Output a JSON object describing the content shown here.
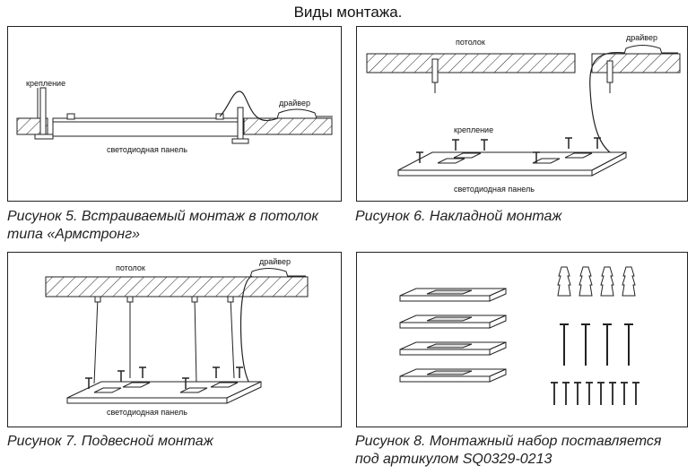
{
  "page_title": "Виды монтажа.",
  "labels": {
    "mount": "крепление",
    "driver": "драйвер",
    "led_panel": "светодиодная панель",
    "ceiling": "потолок"
  },
  "captions": {
    "fig5_line1": "Рисунок 5. Встраиваемый монтаж в потолок",
    "fig5_line2": "типа «Армстронг»",
    "fig6": "Рисунок 6. Накладной монтаж",
    "fig7": "Рисунок 7. Подвесной монтаж",
    "fig8_line1": "Рисунок 8. Монтажный набор поставляется",
    "fig8_line2": "под артикулом SQ0329-0213"
  }
}
